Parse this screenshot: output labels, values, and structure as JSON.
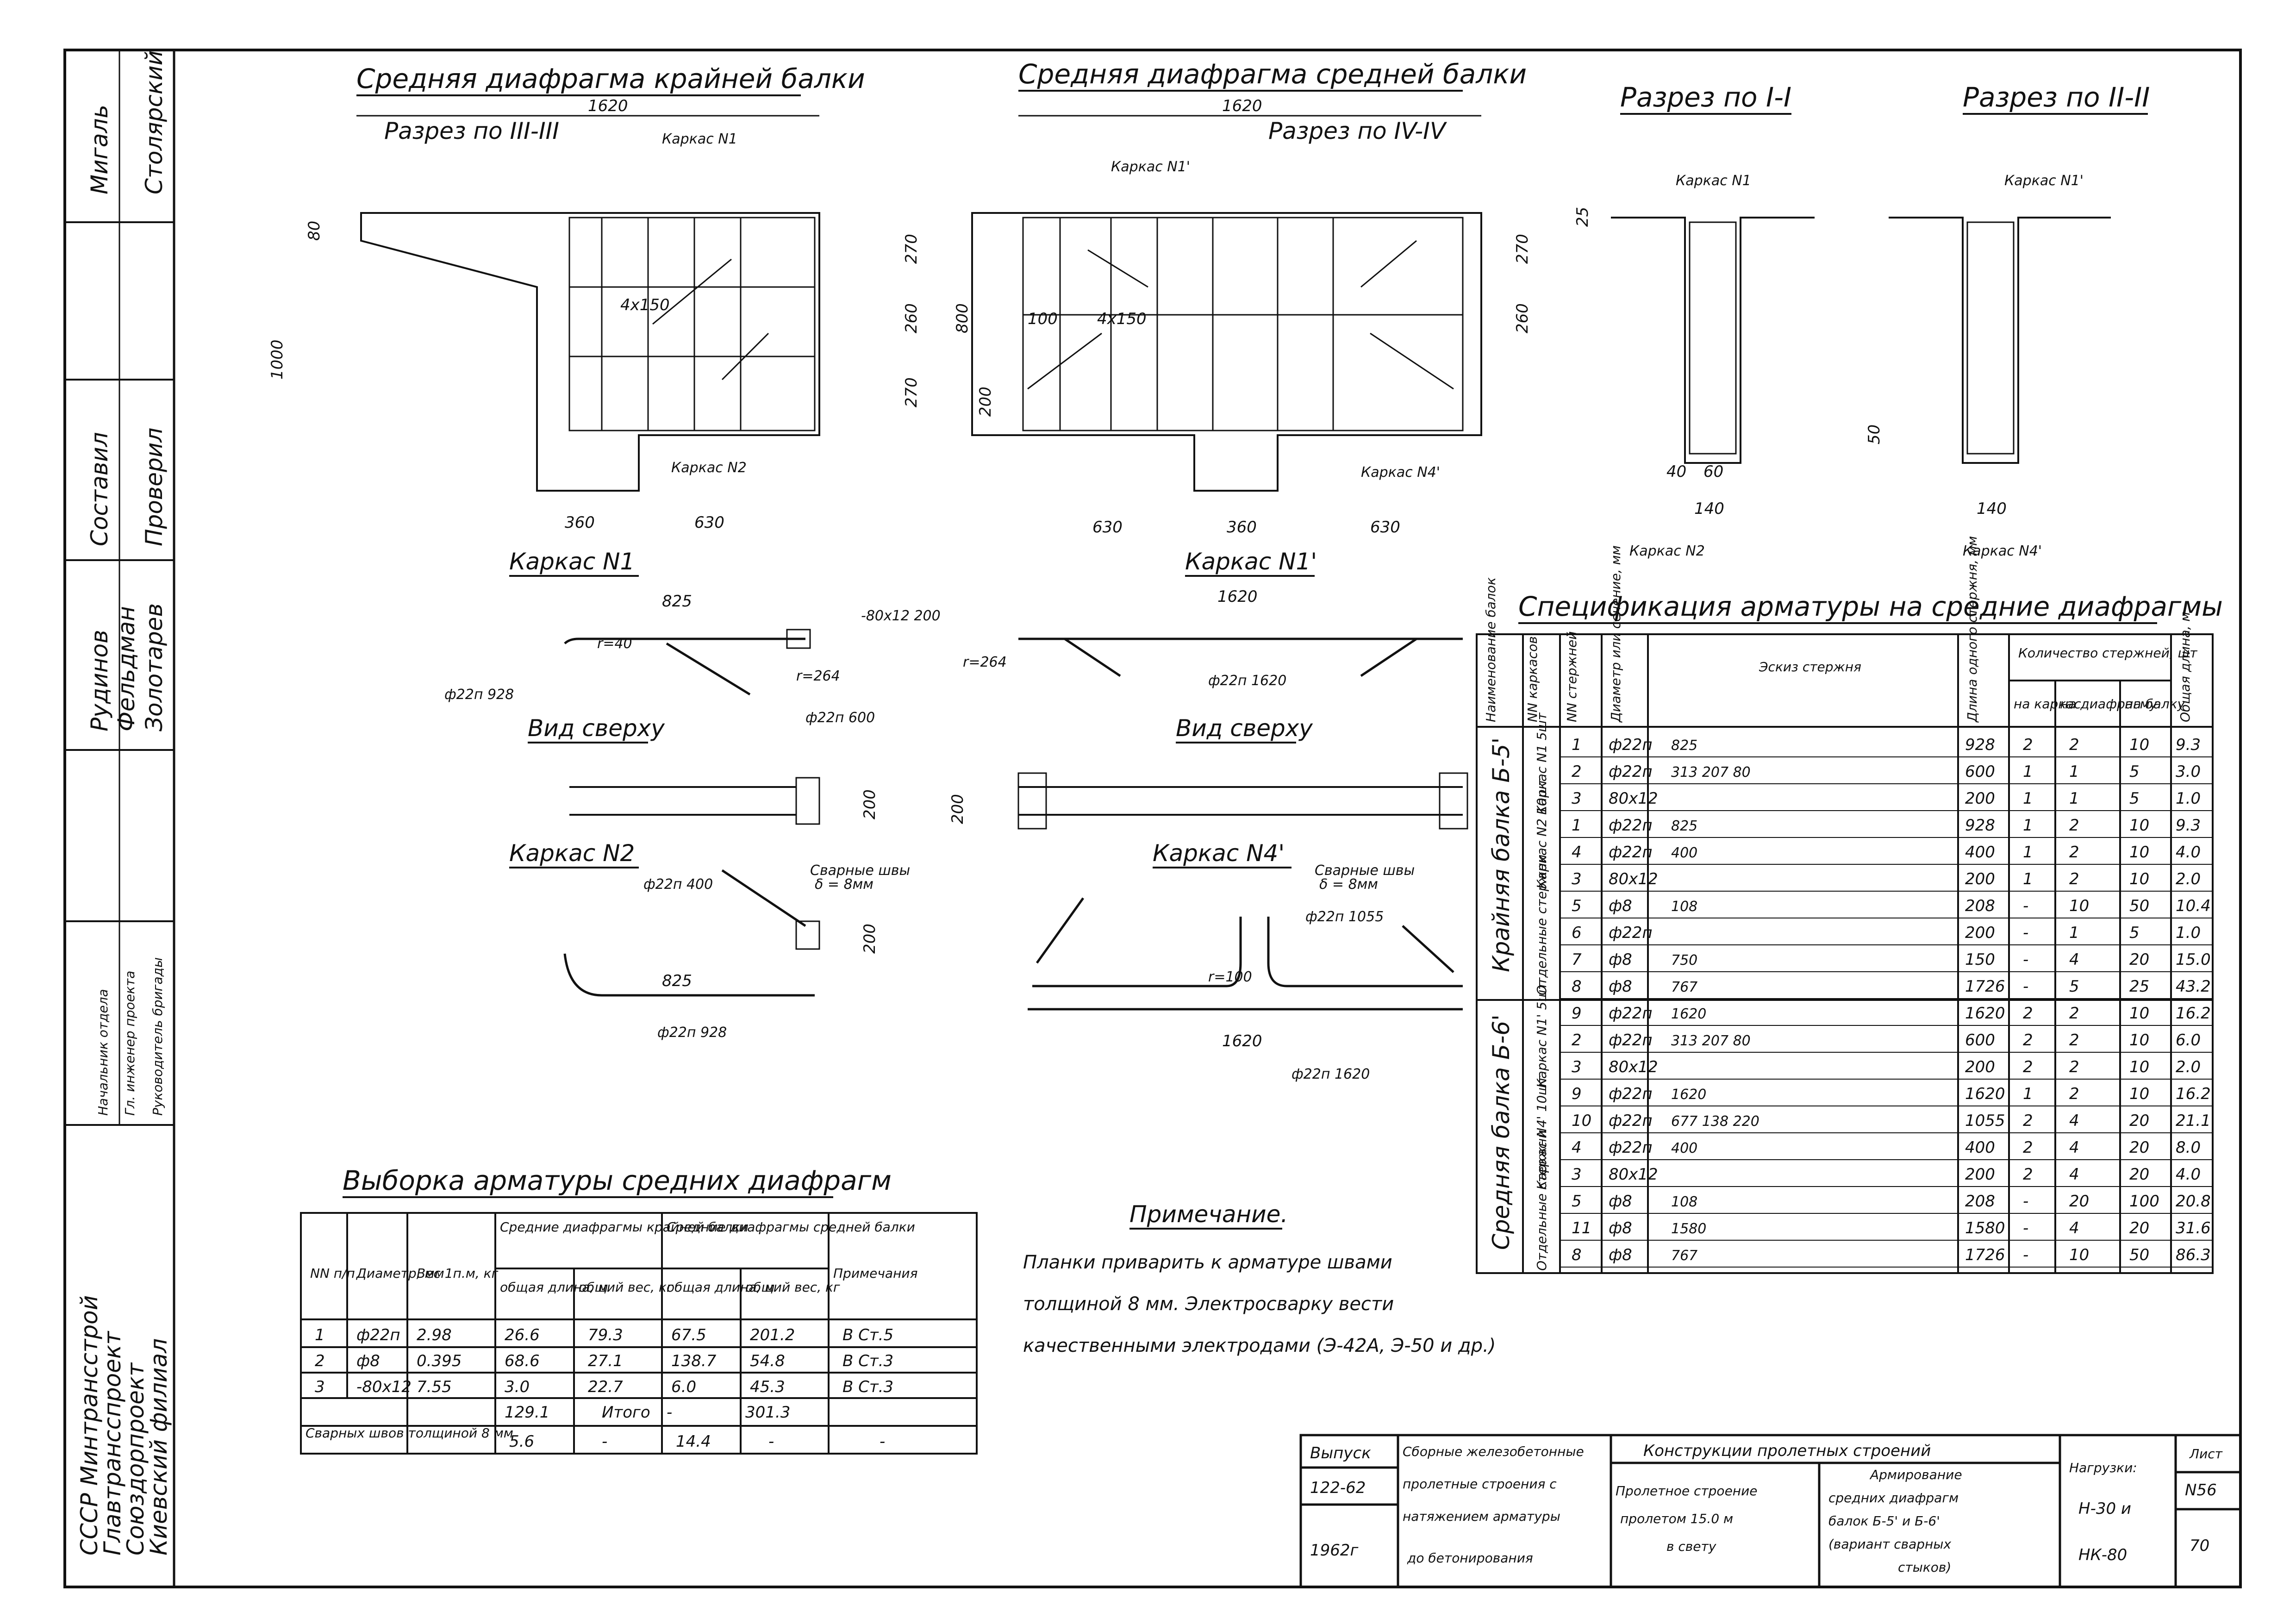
{
  "titles": {
    "left_view": "Средняя диафрагма крайней балки",
    "mid_view": "Средняя диафрагма средней балки",
    "section_1": "Разрез по I-I",
    "section_2": "Разрез по II-II",
    "section_3": "Разрез по III-III",
    "section_4": "Разрез по IV-IV",
    "karkas_1": "Каркас N1",
    "karkas_1p": "Каркас N1'",
    "karkas_2": "Каркас N2",
    "karkas_4p": "Каркас N4'",
    "top_view": "Вид сверху",
    "spec": "Спецификация арматуры на средние диафрагмы",
    "sample": "Выборка арматуры средних диафрагм",
    "note_title": "Примечание."
  },
  "note_lines": [
    "Планки приварить к арматуре швами",
    "толщиной 8 мм. Электросварку вести",
    "качественными электродами (Э-42А, Э-50 и др.)"
  ],
  "side_stamp": {
    "rows": [
      {
        "role": "Составил",
        "name": "Мигаль"
      },
      {
        "role": "Проверил",
        "name": "Столярский"
      },
      {
        "role": "Рудинов",
        "name": ""
      },
      {
        "role": "Фельдман",
        "name": "Золотарев"
      },
      {
        "role": "Начальник отдела",
        "name": ""
      },
      {
        "role": "Гл. инженер проекта",
        "name": ""
      },
      {
        "role": "Руководитель бригады",
        "name": ""
      }
    ],
    "org": [
      "СССР Минтрансстрой",
      "Главтрансспроект",
      "Союздорпроект",
      "Киевский филиал"
    ]
  },
  "dims": {
    "w1620": "1620",
    "d1000": "1000",
    "d80": "80",
    "d360": "360",
    "d630": "630",
    "d270": "270",
    "d260": "260",
    "d800": "800",
    "d200": "200",
    "d100": "100",
    "d825": "825",
    "d140": "140",
    "d40": "40",
    "d60": "60",
    "d25": "25",
    "d50": "50",
    "grid": "4x150"
  },
  "labels": {
    "karkas_n1": "Каркас N1",
    "karkas_n2": "Каркас N2",
    "karkas_n1p": "Каркас N1'",
    "karkas_n4p": "Каркас N4'",
    "welds": "Сварные швы",
    "weld_t": "δ = 8мм",
    "bar_22_928": "ф22п 928",
    "bar_22_600": "ф22п 600",
    "bar_22_400": "ф22п 400",
    "bar_22_1620": "ф22п 1620",
    "bar_22_1055": "ф22п 1055",
    "plate": "-80x12 200",
    "r40": "r=40",
    "r264": "r=264",
    "r100": "r=100"
  },
  "spec_table": {
    "headers": [
      "Наименование балок",
      "NN каркасов",
      "NN стержней",
      "Диаметр или сечение, мм",
      "Эскиз стержня",
      "Длина одного стержня, мм",
      "на каркас",
      "на диафрагму",
      "на балку",
      "Общая длина, м"
    ],
    "qty_header": "Количество стержней, шт",
    "groups": [
      {
        "beam": "Крайняя балка Б-5'",
        "sub": [
          "Каркас N1 5шт",
          "Каркас N2 10шт",
          "Отдельные стержни"
        ]
      },
      {
        "beam": "Средняя балка Б-6'",
        "sub": [
          "Каркас N1' 5шт",
          "Каркас N4' 10шт",
          "Отдельные стержни"
        ]
      }
    ],
    "rows": [
      [
        "1",
        "ф22п",
        "825",
        "928",
        "2",
        "2",
        "10",
        "9.3"
      ],
      [
        "2",
        "ф22п",
        "313 207 80",
        "600",
        "1",
        "1",
        "5",
        "3.0"
      ],
      [
        "3",
        "80x12",
        "",
        "200",
        "1",
        "1",
        "5",
        "1.0"
      ],
      [
        "1",
        "ф22п",
        "825",
        "928",
        "1",
        "2",
        "10",
        "9.3"
      ],
      [
        "4",
        "ф22п",
        "400",
        "400",
        "1",
        "2",
        "10",
        "4.0"
      ],
      [
        "3",
        "80x12",
        "",
        "200",
        "1",
        "2",
        "10",
        "2.0"
      ],
      [
        "5",
        "ф8",
        "108",
        "208",
        "-",
        "10",
        "50",
        "10.4"
      ],
      [
        "6",
        "ф22п",
        "",
        "200",
        "-",
        "1",
        "5",
        "1.0"
      ],
      [
        "7",
        "ф8",
        "750",
        "150",
        "-",
        "4",
        "20",
        "15.0"
      ],
      [
        "8",
        "ф8",
        "767",
        "1726",
        "-",
        "5",
        "25",
        "43.2"
      ],
      [
        "9",
        "ф22п",
        "1620",
        "1620",
        "2",
        "2",
        "10",
        "16.2"
      ],
      [
        "2",
        "ф22п",
        "313 207 80",
        "600",
        "2",
        "2",
        "10",
        "6.0"
      ],
      [
        "3",
        "80x12",
        "",
        "200",
        "2",
        "2",
        "10",
        "2.0"
      ],
      [
        "9",
        "ф22п",
        "1620",
        "1620",
        "1",
        "2",
        "10",
        "16.2"
      ],
      [
        "10",
        "ф22п",
        "677 138 220",
        "1055",
        "2",
        "4",
        "20",
        "21.1"
      ],
      [
        "4",
        "ф22п",
        "400",
        "400",
        "2",
        "4",
        "20",
        "8.0"
      ],
      [
        "3",
        "80x12",
        "",
        "200",
        "2",
        "4",
        "20",
        "4.0"
      ],
      [
        "5",
        "ф8",
        "108",
        "208",
        "-",
        "20",
        "100",
        "20.8"
      ],
      [
        "11",
        "ф8",
        "1580",
        "1580",
        "-",
        "4",
        "20",
        "31.6"
      ],
      [
        "8",
        "ф8",
        "767",
        "1726",
        "-",
        "10",
        "50",
        "86.3"
      ]
    ]
  },
  "sample_table": {
    "headers": [
      "NN п/п",
      "Диаметр, мм",
      "Вес 1п.м, кг",
      "общая длина, м",
      "общий вес, кг",
      "общая длина, м",
      "общий вес, кг",
      "Примечания"
    ],
    "group1": "Средние диафрагмы крайней балки",
    "group2": "Средние диафрагмы средней балки",
    "rows": [
      [
        "1",
        "ф22п",
        "2.98",
        "26.6",
        "79.3",
        "67.5",
        "201.2",
        "В Ст.5"
      ],
      [
        "2",
        "ф8",
        "0.395",
        "68.6",
        "27.1",
        "138.7",
        "54.8",
        "В Ст.3"
      ],
      [
        "3",
        "-80x12",
        "7.55",
        "3.0",
        "22.7",
        "6.0",
        "45.3",
        "В Ст.3"
      ]
    ],
    "total_label": "Итого",
    "total": [
      "129.1",
      "-",
      "301.3"
    ],
    "weld_label": "Сварных швов толщиной 8 мм",
    "weld": [
      "5.6",
      "-",
      "14.4",
      "-",
      "-"
    ]
  },
  "title_block": {
    "issue_label": "Выпуск",
    "issue": "122-62",
    "year": "1962г",
    "series": [
      "Сборные железобетонные",
      "пролетные строения с",
      "натяжением арматуры",
      "до бетонирования"
    ],
    "section": "Конструкции пролетных строений",
    "span": [
      "Пролетное строение",
      "пролетом 15.0 м",
      "в свету"
    ],
    "subject": [
      "Армирование",
      "средних диафрагм",
      "балок Б-5' и Б-6'",
      "(вариант сварных",
      "стыков)"
    ],
    "load_label": "Нагрузки:",
    "loads": [
      "Н-30 и",
      "НК-80"
    ],
    "sheet_label": "Лист",
    "sheet": "N56",
    "page": "70"
  }
}
